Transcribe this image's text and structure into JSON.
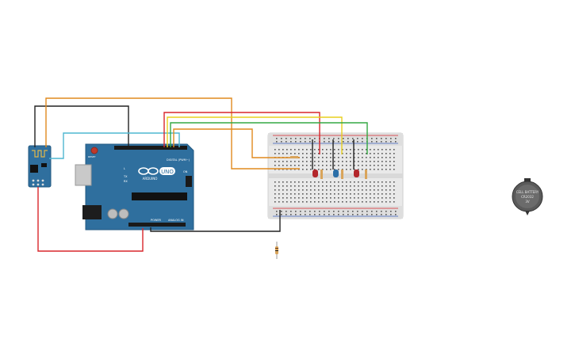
{
  "arduino": {
    "brand": "ARDUINO",
    "model": "UNO",
    "reset_label": "RESET",
    "digital_label": "DIGITAL (PWM~)",
    "power_label": "POWER",
    "analog_label": "ANALOG IN",
    "tx_label": "TX",
    "rx_label": "RX",
    "on_label": "ON",
    "l_label": "L"
  },
  "battery": {
    "line1": "CELL BATTERY",
    "line2": "CR2032",
    "line3": "3V"
  },
  "colors": {
    "board": "#2f6f9e",
    "orange_wire": "#e08a1e",
    "black_wire": "#222222",
    "cyan_wire": "#4fb7d0",
    "red_wire": "#d8262b",
    "yellow_wire": "#e8cf1f",
    "green_wire": "#33a843",
    "breadboard": "#e9e9e9"
  },
  "icons": {
    "arduino_logo": "infinity-logo-icon",
    "wifi_module": "esp8266-module-icon"
  }
}
